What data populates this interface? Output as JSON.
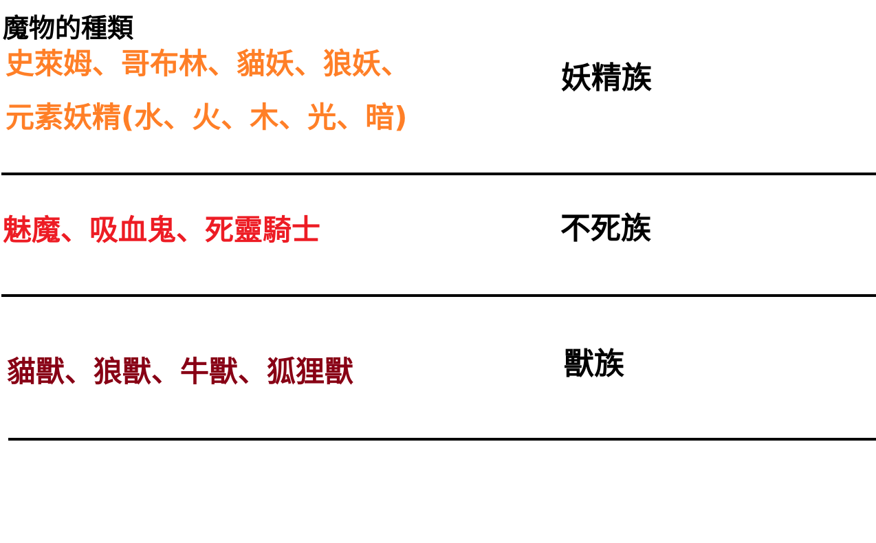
{
  "title": "魔物的種類",
  "colors": {
    "fairy": "#ff7f27",
    "undead": "#ed1c24",
    "beast": "#880015",
    "line": "#000000",
    "label": "#000000"
  },
  "rows": [
    {
      "members_lines": [
        "史萊姆、哥布林、貓妖、狼妖、",
        "元素妖精(水、火、木、光、暗)"
      ],
      "category": "妖精族"
    },
    {
      "members_lines": [
        "魅魔、吸血鬼、死靈騎士"
      ],
      "category": "不死族"
    },
    {
      "members_lines": [
        "貓獸、狼獸、牛獸、狐狸獸"
      ],
      "category": "獸族"
    }
  ]
}
